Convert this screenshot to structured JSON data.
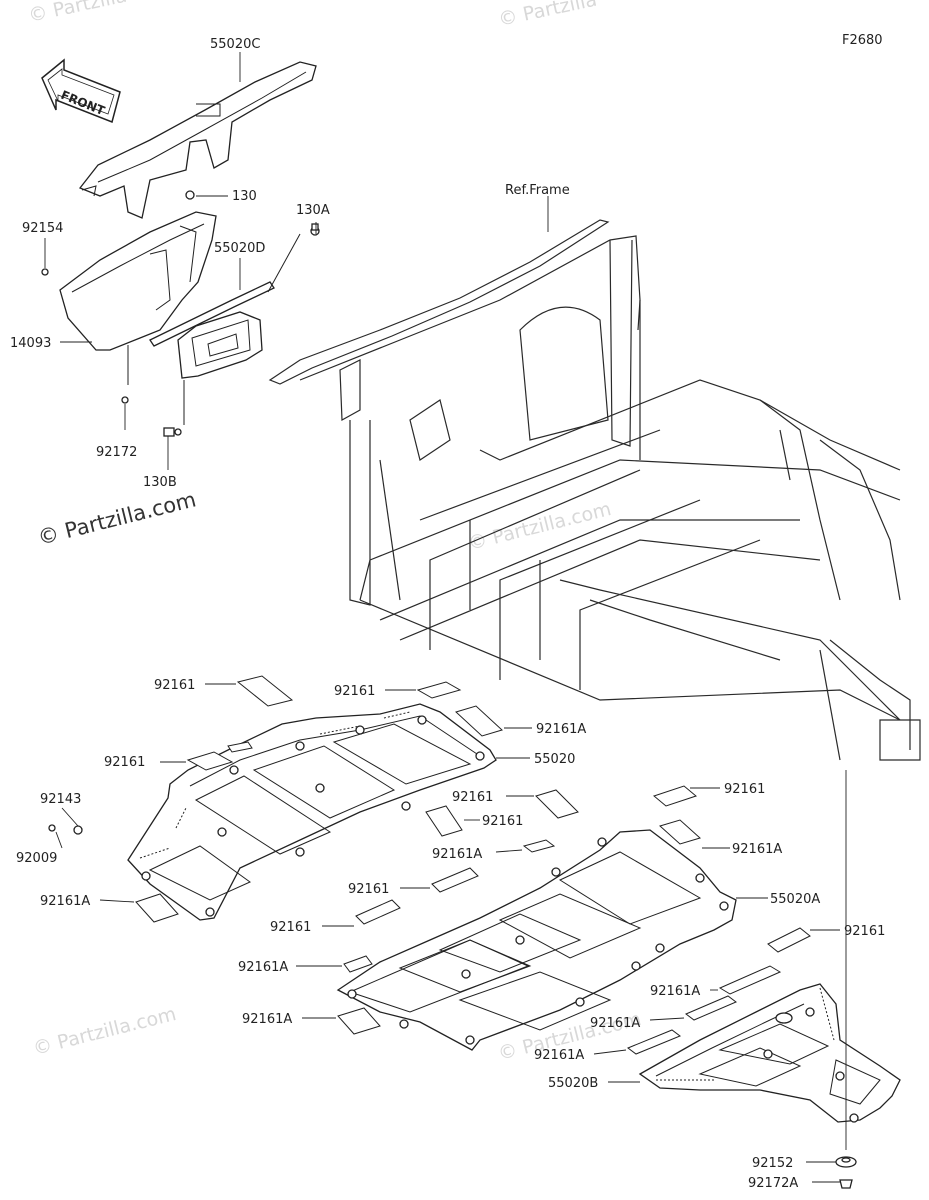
{
  "figure_code": "F2680",
  "ref_label": "Ref.Frame",
  "front_arrow_label": "FRONT",
  "watermarks": [
    "© Partzilla",
    "© Partzilla",
    "© Partzilla.com",
    "© Partzilla.com",
    "© Partzilla.com",
    "© Partzilla.com"
  ],
  "parts": [
    {
      "id": "p55020C",
      "number": "55020C"
    },
    {
      "id": "p130",
      "number": "130"
    },
    {
      "id": "p130A",
      "number": "130A"
    },
    {
      "id": "p92154",
      "number": "92154"
    },
    {
      "id": "p55020D",
      "number": "55020D"
    },
    {
      "id": "p14093",
      "number": "14093"
    },
    {
      "id": "p92172",
      "number": "92172"
    },
    {
      "id": "p130B",
      "number": "130B"
    },
    {
      "id": "p92161_a",
      "number": "92161"
    },
    {
      "id": "p92161_b",
      "number": "92161"
    },
    {
      "id": "p92161A_a",
      "number": "92161A"
    },
    {
      "id": "p92161_c",
      "number": "92161"
    },
    {
      "id": "p55020",
      "number": "55020"
    },
    {
      "id": "p92143",
      "number": "92143"
    },
    {
      "id": "p92161_d",
      "number": "92161"
    },
    {
      "id": "p92161_e",
      "number": "92161"
    },
    {
      "id": "p92009",
      "number": "92009"
    },
    {
      "id": "p92161A_b",
      "number": "92161A"
    },
    {
      "id": "p92161A_c",
      "number": "92161A"
    },
    {
      "id": "p92161A_d",
      "number": "92161A"
    },
    {
      "id": "p92161_f",
      "number": "92161"
    },
    {
      "id": "p55020A",
      "number": "55020A"
    },
    {
      "id": "p92161_g",
      "number": "92161"
    },
    {
      "id": "p92161_h",
      "number": "92161"
    },
    {
      "id": "p92161A_e",
      "number": "92161A"
    },
    {
      "id": "p92161A_f",
      "number": "92161A"
    },
    {
      "id": "p92161A_g",
      "number": "92161A"
    },
    {
      "id": "p92161A_h",
      "number": "92161A"
    },
    {
      "id": "p92161A_i",
      "number": "92161A"
    },
    {
      "id": "p55020B",
      "number": "55020B"
    },
    {
      "id": "p92152",
      "number": "92152"
    },
    {
      "id": "p92172A",
      "number": "92172A"
    }
  ]
}
